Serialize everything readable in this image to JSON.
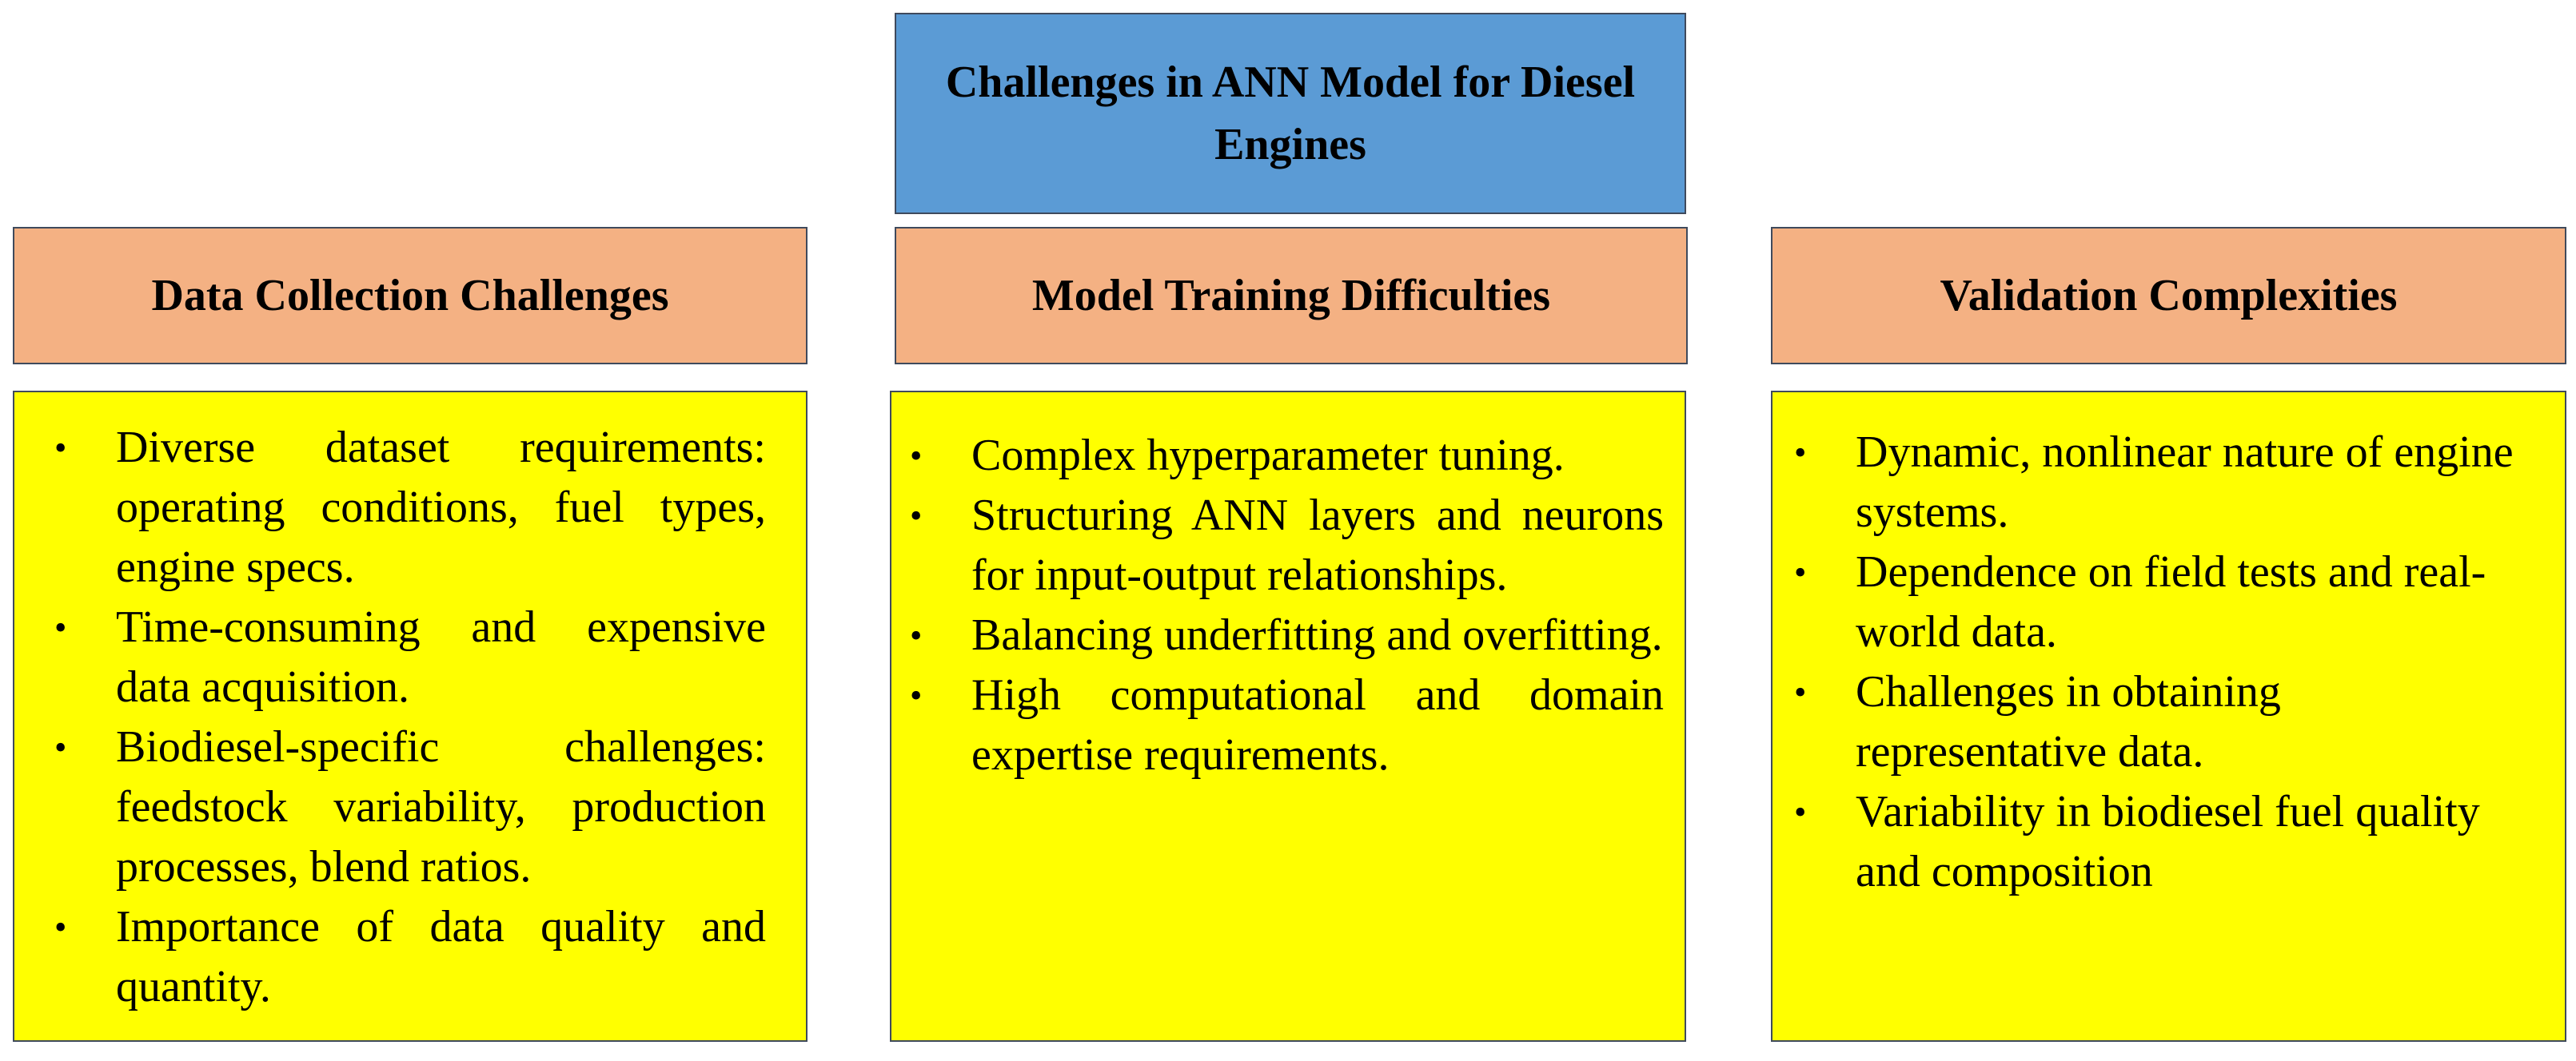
{
  "title": "Challenges in ANN Model for Diesel Engines",
  "colors": {
    "title_fill": "#5b9bd5",
    "header_fill": "#f4b183",
    "content_fill": "#ffff00",
    "border": "#3f4a5c"
  },
  "columns": [
    {
      "header": "Data Collection Challenges",
      "bullets": [
        "Diverse dataset requirements: operating conditions, fuel types, engine specs.",
        "Time-consuming and expensive data acquisition.",
        "Biodiesel-specific challenges: feedstock variability, production processes, blend ratios.",
        "Importance of data quality and quantity."
      ]
    },
    {
      "header": "Model Training Difficulties",
      "bullets": [
        "Complex hyperparameter tuning.",
        "Structuring ANN layers and neurons for input-output relationships.",
        "Balancing underfitting and overfitting.",
        "High computational and domain expertise requirements."
      ]
    },
    {
      "header": "Validation Complexities",
      "bullets": [
        "Dynamic, nonlinear nature of engine systems.",
        "Dependence on field tests and real-world data.",
        "Challenges in obtaining representative data.",
        "Variability in biodiesel fuel quality and composition"
      ]
    }
  ]
}
